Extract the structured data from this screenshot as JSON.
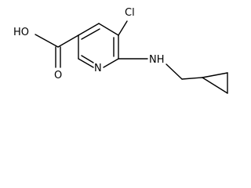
{
  "molecule": {
    "labels": {
      "cl": "Cl",
      "oh": "HO",
      "o": "O",
      "n": "N",
      "nh": "NH"
    }
  }
}
